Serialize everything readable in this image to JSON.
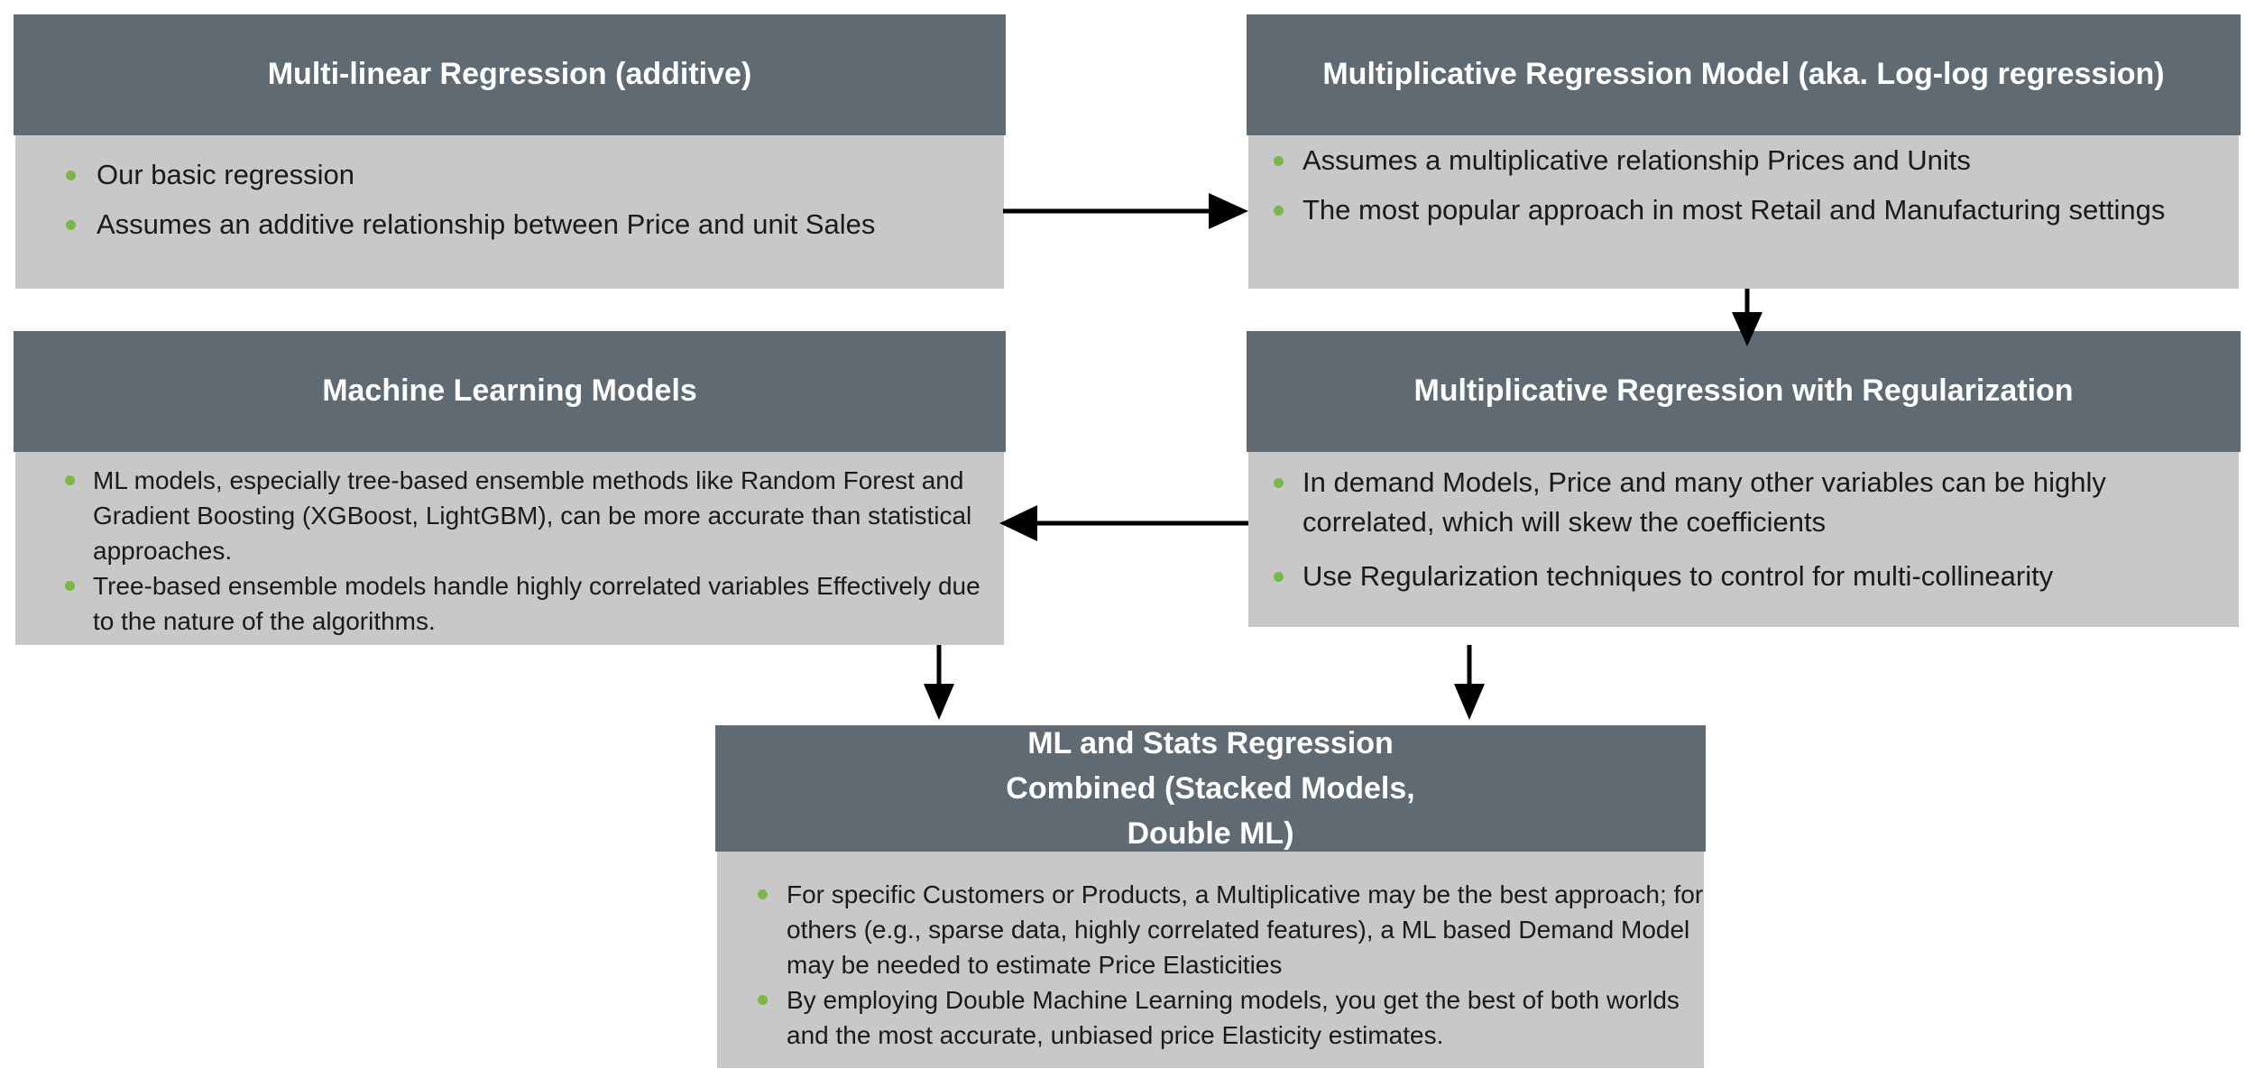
{
  "boxes": {
    "mlr": {
      "title": "Multi-linear Regression (additive)",
      "bullets": [
        "Our basic regression",
        "Assumes an additive relationship between Price and unit Sales"
      ]
    },
    "mult": {
      "title": "Multiplicative Regression Model (aka. Log-log regression)",
      "bullets": [
        "Assumes a multiplicative relationship Prices and Units",
        "The most popular approach in most Retail and Manufacturing settings"
      ]
    },
    "ml": {
      "title": "Machine Learning Models",
      "bullets": [
        "ML models, especially tree-based ensemble methods like Random Forest and Gradient Boosting (XGBoost, LightGBM), can be more accurate than statistical approaches.",
        "Tree-based ensemble models handle highly correlated variables Effectively due to the nature of the algorithms."
      ]
    },
    "reg": {
      "title": "Multiplicative Regression with Regularization",
      "bullets": [
        "In demand Models, Price and many other variables can be highly correlated, which will skew the coefficients",
        "Use Regularization techniques to control for multi-collinearity"
      ]
    },
    "combo": {
      "title": "ML and Stats Regression Combined (Stacked Models, Double ML)",
      "bullets": [
        "For specific Customers or Products, a Multiplicative may be the best approach; for others (e.g., sparse data, highly correlated features), a ML based Demand Model may be needed to estimate Price Elasticities",
        "By employing Double Machine Learning models, you get the best of both worlds and the most accurate, unbiased price Elasticity estimates."
      ]
    }
  },
  "colors": {
    "header_bg": "#5f6a72",
    "body_bg": "#c8c8c8",
    "bullet": "#7ab648",
    "arrow": "#000000"
  }
}
